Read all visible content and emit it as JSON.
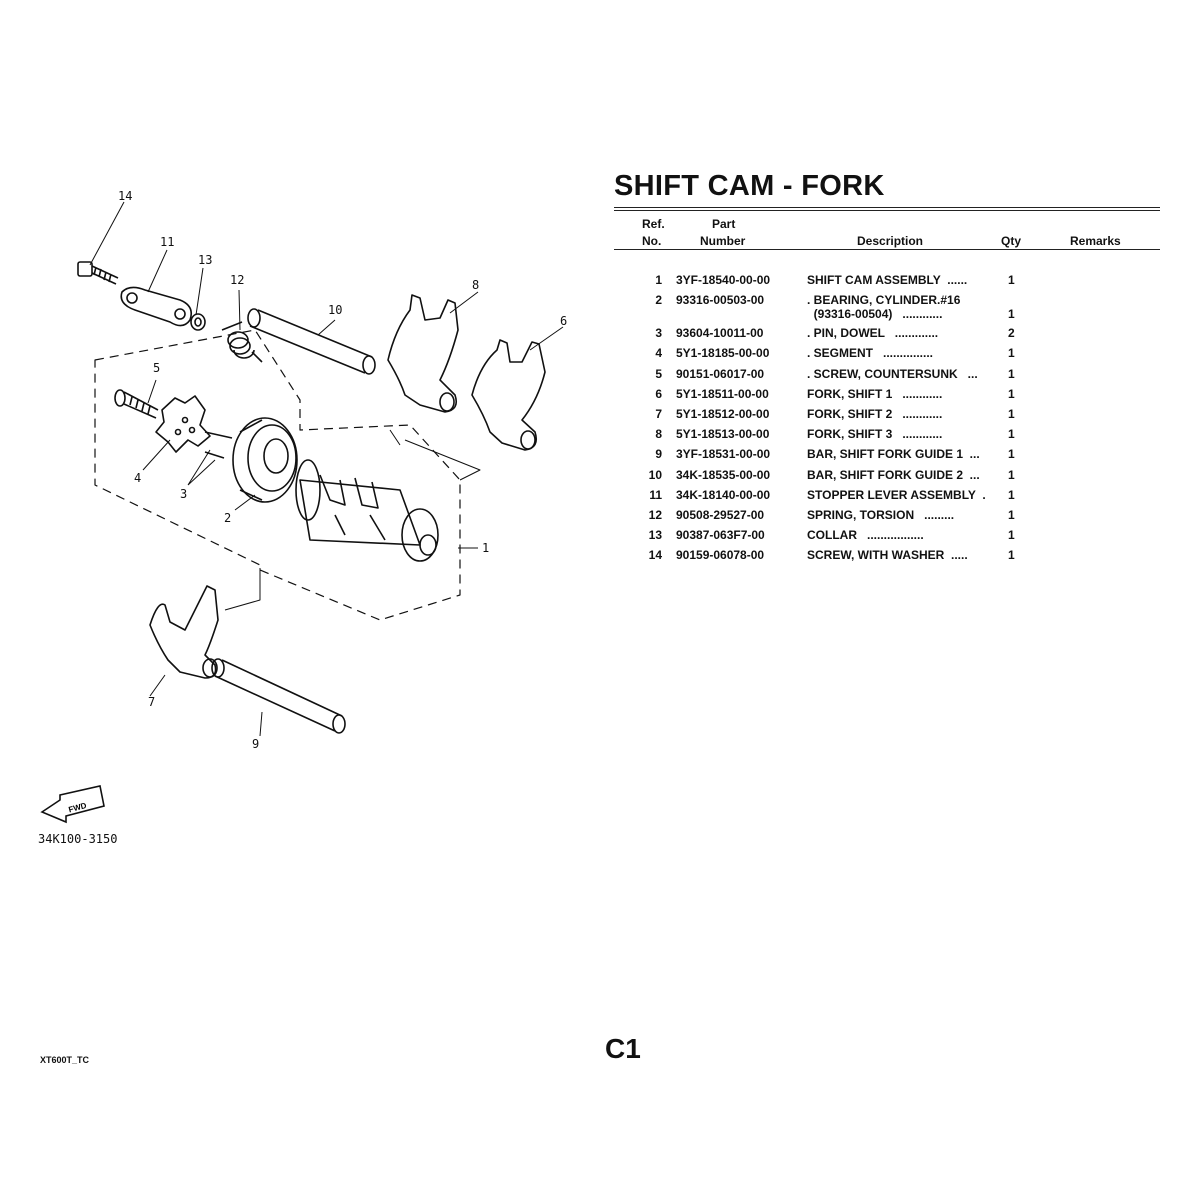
{
  "title": "SHIFT CAM - FORK",
  "table": {
    "headers": {
      "ref_line1": "Ref.",
      "ref_line2": "No.",
      "part_line1": "Part",
      "part_line2": "Number",
      "description": "Description",
      "qty": "Qty",
      "remarks": "Remarks"
    },
    "rows": [
      {
        "ref": "1",
        "part": "3YF-18540-00-00",
        "desc": "SHIFT CAM ASSEMBLY  ......",
        "qty": "1"
      },
      {
        "ref": "2",
        "part": "93316-00503-00",
        "desc": ". BEARING, CYLINDER.#16",
        "desc2": "  (93316-00504)   ............",
        "qty": "1"
      },
      {
        "ref": "3",
        "part": "93604-10011-00",
        "desc": ". PIN, DOWEL   .............",
        "qty": "2"
      },
      {
        "ref": "4",
        "part": "5Y1-18185-00-00",
        "desc": ". SEGMENT   ...............",
        "qty": "1"
      },
      {
        "ref": "5",
        "part": "90151-06017-00",
        "desc": ". SCREW, COUNTERSUNK   ...",
        "qty": "1"
      },
      {
        "ref": "6",
        "part": "5Y1-18511-00-00",
        "desc": "FORK, SHIFT 1   ............",
        "qty": "1"
      },
      {
        "ref": "7",
        "part": "5Y1-18512-00-00",
        "desc": "FORK, SHIFT 2   ............",
        "qty": "1"
      },
      {
        "ref": "8",
        "part": "5Y1-18513-00-00",
        "desc": "FORK, SHIFT 3   ............",
        "qty": "1"
      },
      {
        "ref": "9",
        "part": "3YF-18531-00-00",
        "desc": "BAR, SHIFT FORK GUIDE 1  ...",
        "qty": "1"
      },
      {
        "ref": "10",
        "part": "34K-18535-00-00",
        "desc": "BAR, SHIFT FORK GUIDE 2  ...",
        "qty": "1"
      },
      {
        "ref": "11",
        "part": "34K-18140-00-00",
        "desc": "STOPPER LEVER ASSEMBLY  .",
        "qty": "1"
      },
      {
        "ref": "12",
        "part": "90508-29527-00",
        "desc": "SPRING, TORSION   .........",
        "qty": "1"
      },
      {
        "ref": "13",
        "part": "90387-063F7-00",
        "desc": "COLLAR   .................",
        "qty": "1"
      },
      {
        "ref": "14",
        "part": "90159-06078-00",
        "desc": "SCREW, WITH WASHER  .....",
        "qty": "1"
      }
    ]
  },
  "diagram": {
    "callouts": [
      "1",
      "2",
      "3",
      "4",
      "5",
      "6",
      "7",
      "8",
      "9",
      "10",
      "11",
      "12",
      "13",
      "14"
    ],
    "fwd_label": "FWD",
    "drawing_code": "34K100-3150"
  },
  "footer": {
    "model_code": "XT600T_TC",
    "page": "C1"
  }
}
